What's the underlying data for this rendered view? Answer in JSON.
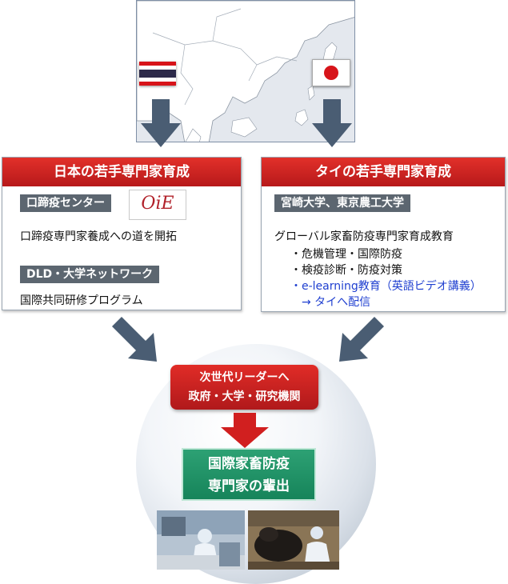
{
  "left_panel": {
    "header": "日本の若手専門家育成",
    "tag1": "口蹄疫センター",
    "logo_text": "OiE",
    "line1": "口蹄疫専門家養成への道を開拓",
    "tag2": "DLD・大学ネットワーク",
    "line2": "国際共同研修プログラム"
  },
  "right_panel": {
    "header": "タイの若手専門家育成",
    "tag1": "宮崎大学、東京農工大学",
    "line1": "グローバル家畜防疫専門家育成教育",
    "bullet1": "・危機管理・国際防疫",
    "bullet2": "・検疫診断・防疫対策",
    "bullet3": "・e-learning教育（英語ビデオ講義）",
    "bullet4": "→ タイへ配信"
  },
  "center": {
    "red_line1": "次世代リーダーへ",
    "red_line2": "政府・大学・研究機関",
    "green_line1": "国際家畜防疫",
    "green_line2": "専門家の輩出"
  },
  "colors": {
    "header_red": "#c8201f",
    "tag_gray": "#5c6670",
    "arrow_slate": "#4a5d73",
    "green": "#1f936a",
    "link_blue": "#1f3fd0"
  }
}
